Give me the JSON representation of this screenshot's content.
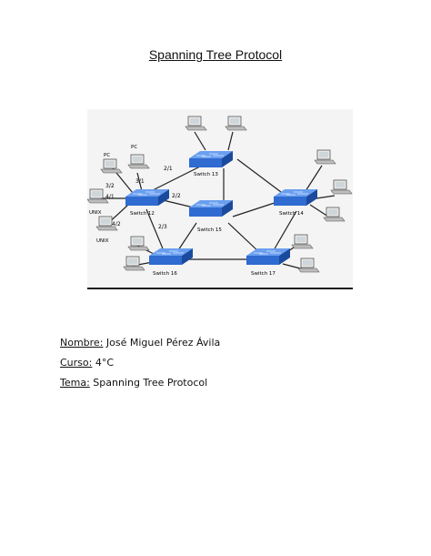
{
  "document": {
    "title": "Spanning Tree Protocol",
    "fields": [
      {
        "label": "Nombre:",
        "value": " José Miguel Pérez Ávila"
      },
      {
        "label": "Curso:",
        "value": " 4°C"
      },
      {
        "label": "Tema:",
        "value": " Spanning Tree Protocol"
      }
    ]
  },
  "diagram": {
    "switches": [
      {
        "id": "s13",
        "label": "Switch 13"
      },
      {
        "id": "s12",
        "label": "Switch 12"
      },
      {
        "id": "s14",
        "label": "Switch 14"
      },
      {
        "id": "s15",
        "label": "Switch 15"
      },
      {
        "id": "s16",
        "label": "Switch 16"
      },
      {
        "id": "s17",
        "label": "Switch 17"
      }
    ],
    "port_labels": [
      "2/1",
      "3/1",
      "3/2",
      "4/1",
      "4/2",
      "2/2",
      "2/3"
    ],
    "host_labels": [
      "PC",
      "PC",
      "UNIX",
      "UNIX"
    ],
    "colors": {
      "switch_top": "#3f7fe0",
      "switch_side": "#1f55b0",
      "link": "#222222",
      "host": "#9a9a9a"
    }
  }
}
